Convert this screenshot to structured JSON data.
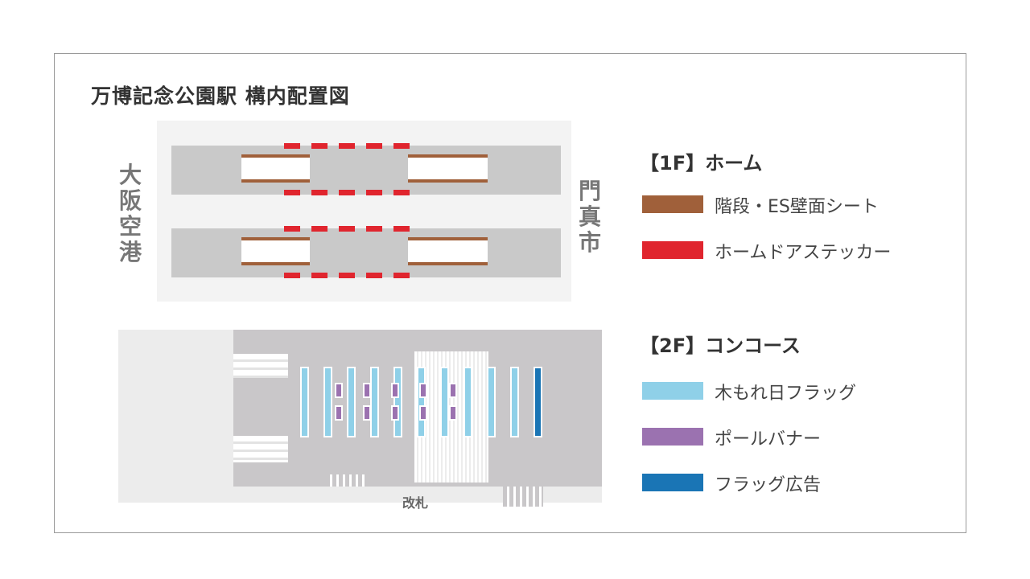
{
  "title": "万博記念公園駅 構内配置図",
  "stations": {
    "left": "大阪空港",
    "right": "門真市",
    "gate": "改札"
  },
  "legend": {
    "floor1": {
      "heading": "【1F】ホーム",
      "items": [
        {
          "label": "階段・ES壁面シート",
          "color": "#a0603a"
        },
        {
          "label": "ホームドアステッカー",
          "color": "#e0252e"
        }
      ]
    },
    "floor2": {
      "heading": "【2F】コンコース",
      "items": [
        {
          "label": "木もれ日フラッグ",
          "color": "#8fd0e8"
        },
        {
          "label": "ポールバナー",
          "color": "#9b72b0"
        },
        {
          "label": "フラッグ広告",
          "color": "#1a75b5"
        }
      ]
    }
  }
}
